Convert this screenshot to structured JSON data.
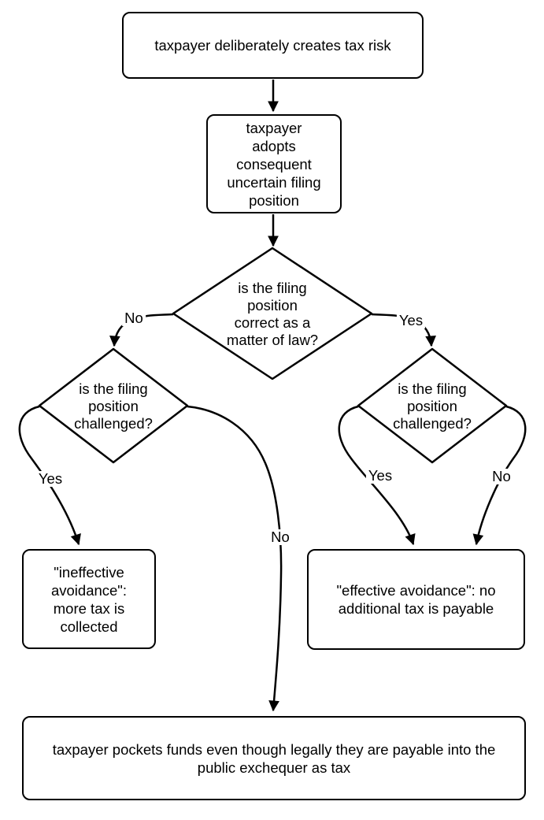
{
  "flowchart": {
    "nodes": {
      "create_risk": "taxpayer deliberately creates tax risk",
      "adopt_position": "taxpayer\nadopts\nconsequent\nuncertain filing\nposition",
      "correct_in_law": "is the filing\nposition\ncorrect as a\nmatter of law?",
      "challenged_left": "is the filing\nposition\nchallenged?",
      "challenged_right": "is the filing\nposition\nchallenged?",
      "ineffective_outcome": "\"ineffective\navoidance\":\nmore tax is\ncollected",
      "effective_outcome": "\"effective avoidance\": no\nadditional tax is payable",
      "pockets_outcome": "taxpayer pockets funds even though legally they are payable into the\npublic exchequer as tax"
    },
    "edge_labels": {
      "central_no": "No",
      "central_yes": "Yes",
      "left_yes": "Yes",
      "left_no": "No",
      "right_yes": "Yes",
      "right_no": "No"
    },
    "colors": {
      "stroke": "#000000",
      "fill": "#ffffff",
      "text": "#000000"
    }
  }
}
